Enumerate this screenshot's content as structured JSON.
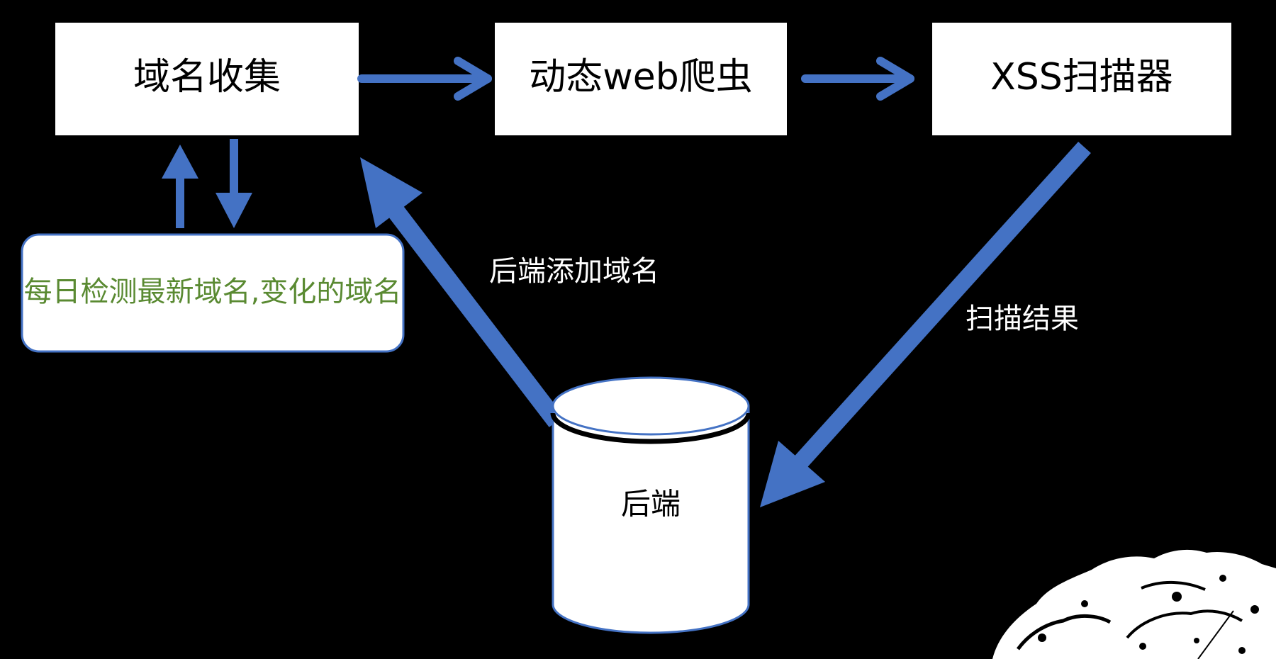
{
  "diagram": {
    "nodes": {
      "domain_collection": "域名收集",
      "dynamic_crawler": "动态web爬虫",
      "xss_scanner": "XSS扫描器",
      "daily_check": "每日检测最新域名,变化的域名",
      "backend": "后端"
    },
    "edge_labels": {
      "backend_add_domain": "后端添加域名",
      "scan_result": "扫描结果"
    },
    "colors": {
      "background": "#000000",
      "arrow": "#4472C4",
      "box_fill": "#ffffff",
      "note_text": "#5a8a32"
    }
  }
}
